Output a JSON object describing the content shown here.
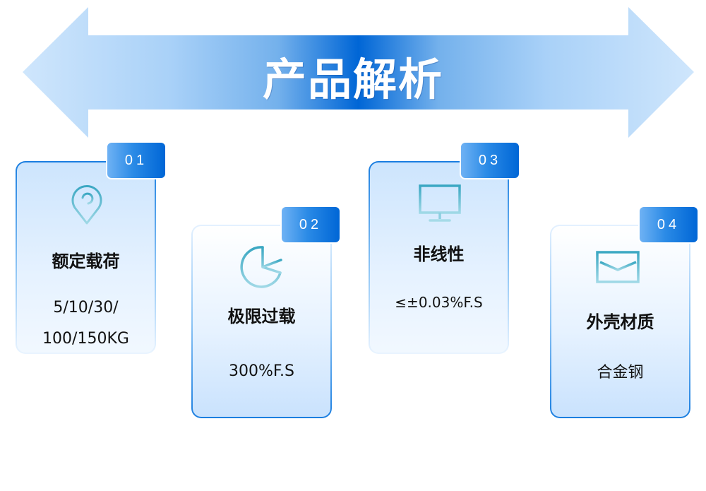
{
  "banner": {
    "title": "产品解析",
    "arrow_colors": {
      "edge": "#c6e0fb",
      "center": "#0066d6"
    }
  },
  "cards": [
    {
      "number": "01",
      "icon": "map-pin-icon",
      "title": "额定载荷",
      "value_lines": [
        "5/10/30/",
        "100/150KG"
      ]
    },
    {
      "number": "02",
      "icon": "pie-chart-icon",
      "title": "极限过载",
      "value_lines": [
        "300%F.S"
      ]
    },
    {
      "number": "03",
      "icon": "monitor-icon",
      "title": "非线性",
      "value_lines": [
        "≤±0.03%F.S"
      ]
    },
    {
      "number": "04",
      "icon": "envelope-icon",
      "title": "外壳材质",
      "value_lines": [
        "合金钢"
      ]
    }
  ],
  "colors": {
    "badge_start": "#6fb2f4",
    "badge_end": "#0066d6",
    "icon_stroke": "#3fa9c4",
    "card_border": "#1a7ee0"
  }
}
